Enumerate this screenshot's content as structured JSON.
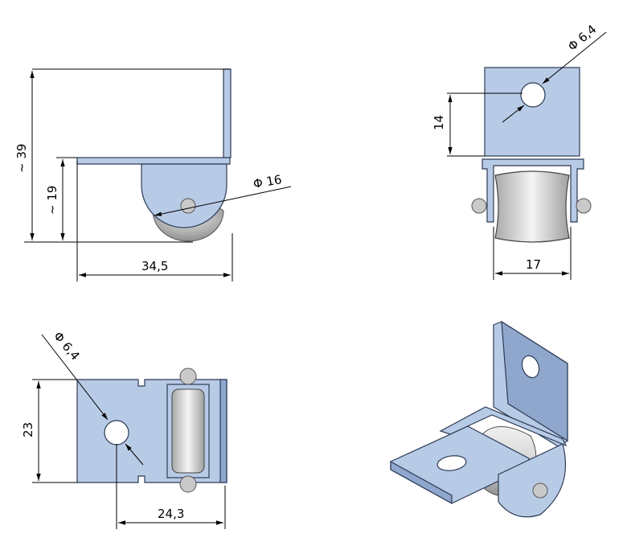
{
  "views": {
    "side": {
      "height_total": "~ 39",
      "height_axle": "~ 19",
      "wheel_diameter": "Φ 16",
      "length": "34,5"
    },
    "front": {
      "hole_diameter": "Φ 6,4",
      "hole_height": "14",
      "width": "17"
    },
    "top": {
      "hole_diameter": "Φ 6,4",
      "width": "23",
      "hole_offset": "24,3"
    }
  },
  "colors": {
    "part_fill": "#b8cbe6",
    "part_stroke": "#2c3a55",
    "roller_fill": "#dcdcdc"
  }
}
